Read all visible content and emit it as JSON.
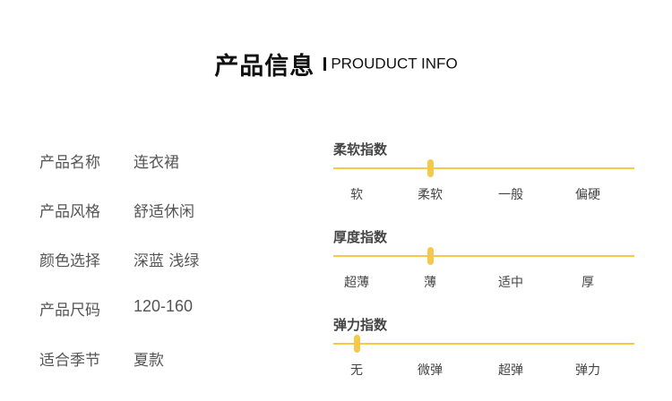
{
  "header": {
    "title_cn": "产品信息",
    "title_en": "PROUDUCT INFO"
  },
  "info": [
    {
      "label": "产品名称",
      "value": "连衣裙"
    },
    {
      "label": "产品风格",
      "value": "舒适休闲"
    },
    {
      "label": "颜色选择",
      "value": "深蓝 浅绿"
    },
    {
      "label": "产品尺码",
      "value": "120-160"
    },
    {
      "label": "适合季节",
      "value": "夏款"
    }
  ],
  "gauges": [
    {
      "title": "柔软指数",
      "levels": [
        "软",
        "柔软",
        "一般",
        "偏硬"
      ],
      "selected_index": 1,
      "selected_level": "柔软"
    },
    {
      "title": "厚度指数",
      "levels": [
        "超薄",
        "薄",
        "适中",
        "厚"
      ],
      "selected_index": 1,
      "selected_level": "薄"
    },
    {
      "title": "弹力指数",
      "levels": [
        "无",
        "微弹",
        "超弹",
        "弹力"
      ],
      "selected_index": 0,
      "selected_level": "无"
    }
  ],
  "colors": {
    "accent": "#f6c94a",
    "text": "#555555",
    "title": "#111111"
  }
}
